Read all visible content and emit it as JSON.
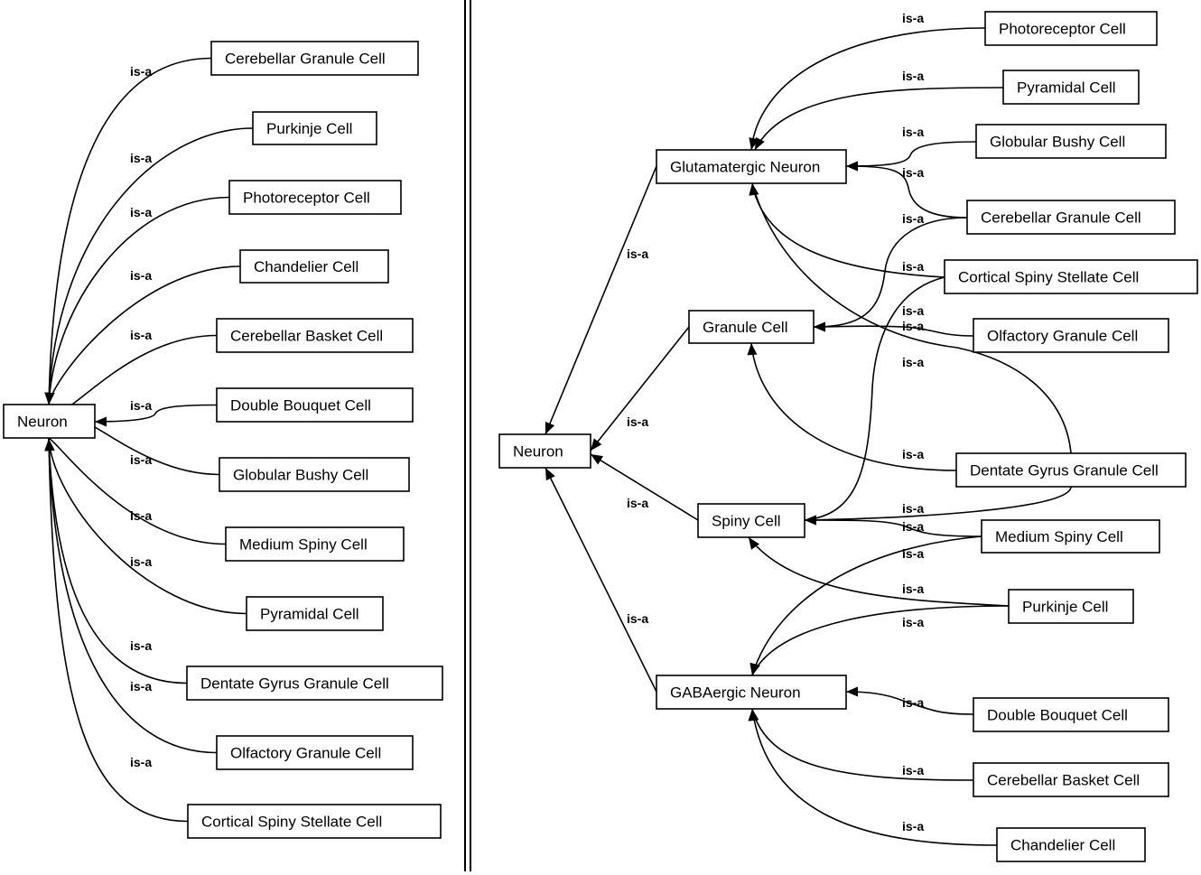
{
  "edge_label": "is-a",
  "left_panel": {
    "root": "Neuron",
    "children": [
      "Cerebellar Granule Cell",
      "Purkinje Cell",
      "Photoreceptor Cell",
      "Chandelier Cell",
      "Cerebellar Basket Cell",
      "Double Bouquet Cell",
      "Globular Bushy Cell",
      "Medium Spiny Cell",
      "Pyramidal Cell",
      "Dentate Gyrus Granule Cell",
      "Olfactory Granule Cell",
      "Cortical Spiny Stellate Cell"
    ]
  },
  "right_panel": {
    "nodes": {
      "neuron": "Neuron",
      "glut": "Glutamatergic Neuron",
      "granule": "Granule Cell",
      "spiny": "Spiny Cell",
      "gaba": "GABAergic Neuron",
      "photo": "Photoreceptor Cell",
      "pyramidal": "Pyramidal Cell",
      "globular": "Globular Bushy Cell",
      "cgc": "Cerebellar Granule Cell",
      "cortical": "Cortical Spiny Stellate Cell",
      "olfactory": "Olfactory Granule Cell",
      "dentate": "Dentate Gyrus Granule Cell",
      "medium": "Medium Spiny Cell",
      "purkinje": "Purkinje Cell",
      "double": "Double Bouquet Cell",
      "basket": "Cerebellar Basket Cell",
      "chandelier": "Chandelier Cell"
    },
    "edges": [
      {
        "child": "glut",
        "parent": "neuron"
      },
      {
        "child": "granule",
        "parent": "neuron"
      },
      {
        "child": "spiny",
        "parent": "neuron"
      },
      {
        "child": "gaba",
        "parent": "neuron"
      },
      {
        "child": "photo",
        "parent": "glut"
      },
      {
        "child": "pyramidal",
        "parent": "glut"
      },
      {
        "child": "globular",
        "parent": "glut"
      },
      {
        "child": "cgc",
        "parent": "glut"
      },
      {
        "child": "cortical",
        "parent": "glut"
      },
      {
        "child": "dentate",
        "parent": "glut"
      },
      {
        "child": "cgc",
        "parent": "granule"
      },
      {
        "child": "olfactory",
        "parent": "granule"
      },
      {
        "child": "dentate",
        "parent": "granule"
      },
      {
        "child": "cortical",
        "parent": "spiny"
      },
      {
        "child": "dentate",
        "parent": "spiny"
      },
      {
        "child": "medium",
        "parent": "spiny"
      },
      {
        "child": "purkinje",
        "parent": "spiny"
      },
      {
        "child": "medium",
        "parent": "gaba"
      },
      {
        "child": "purkinje",
        "parent": "gaba"
      },
      {
        "child": "double",
        "parent": "gaba"
      },
      {
        "child": "basket",
        "parent": "gaba"
      },
      {
        "child": "chandelier",
        "parent": "gaba"
      }
    ]
  }
}
